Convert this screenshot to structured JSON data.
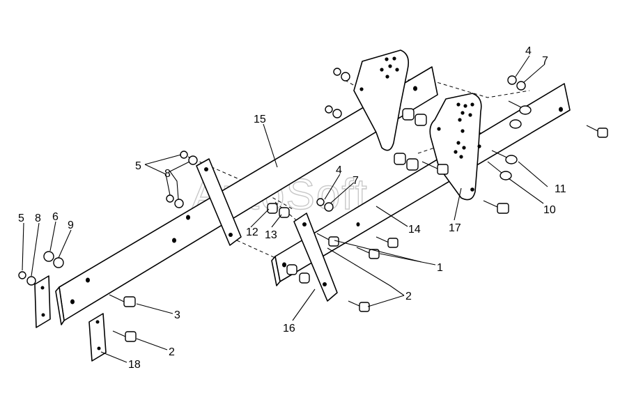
{
  "watermark": "AutoSoft",
  "callouts": [
    {
      "id": "c-15",
      "text": "15"
    },
    {
      "id": "c-17",
      "text": "17"
    },
    {
      "id": "c-14",
      "text": "14"
    },
    {
      "id": "c-16",
      "text": "16"
    },
    {
      "id": "c-18",
      "text": "18"
    },
    {
      "id": "c-1",
      "text": "1"
    },
    {
      "id": "c-2a",
      "text": "2"
    },
    {
      "id": "c-2b",
      "text": "2"
    },
    {
      "id": "c-3",
      "text": "3"
    },
    {
      "id": "c-4a",
      "text": "4"
    },
    {
      "id": "c-4b",
      "text": "4"
    },
    {
      "id": "c-5a",
      "text": "5"
    },
    {
      "id": "c-5b",
      "text": "5"
    },
    {
      "id": "c-6",
      "text": "6"
    },
    {
      "id": "c-7a",
      "text": "7"
    },
    {
      "id": "c-7b",
      "text": "7"
    },
    {
      "id": "c-8a",
      "text": "8"
    },
    {
      "id": "c-8b",
      "text": "8"
    },
    {
      "id": "c-9",
      "text": "9"
    },
    {
      "id": "c-10",
      "text": "10"
    },
    {
      "id": "c-11",
      "text": "11"
    },
    {
      "id": "c-12",
      "text": "12"
    },
    {
      "id": "c-13",
      "text": "13"
    }
  ]
}
